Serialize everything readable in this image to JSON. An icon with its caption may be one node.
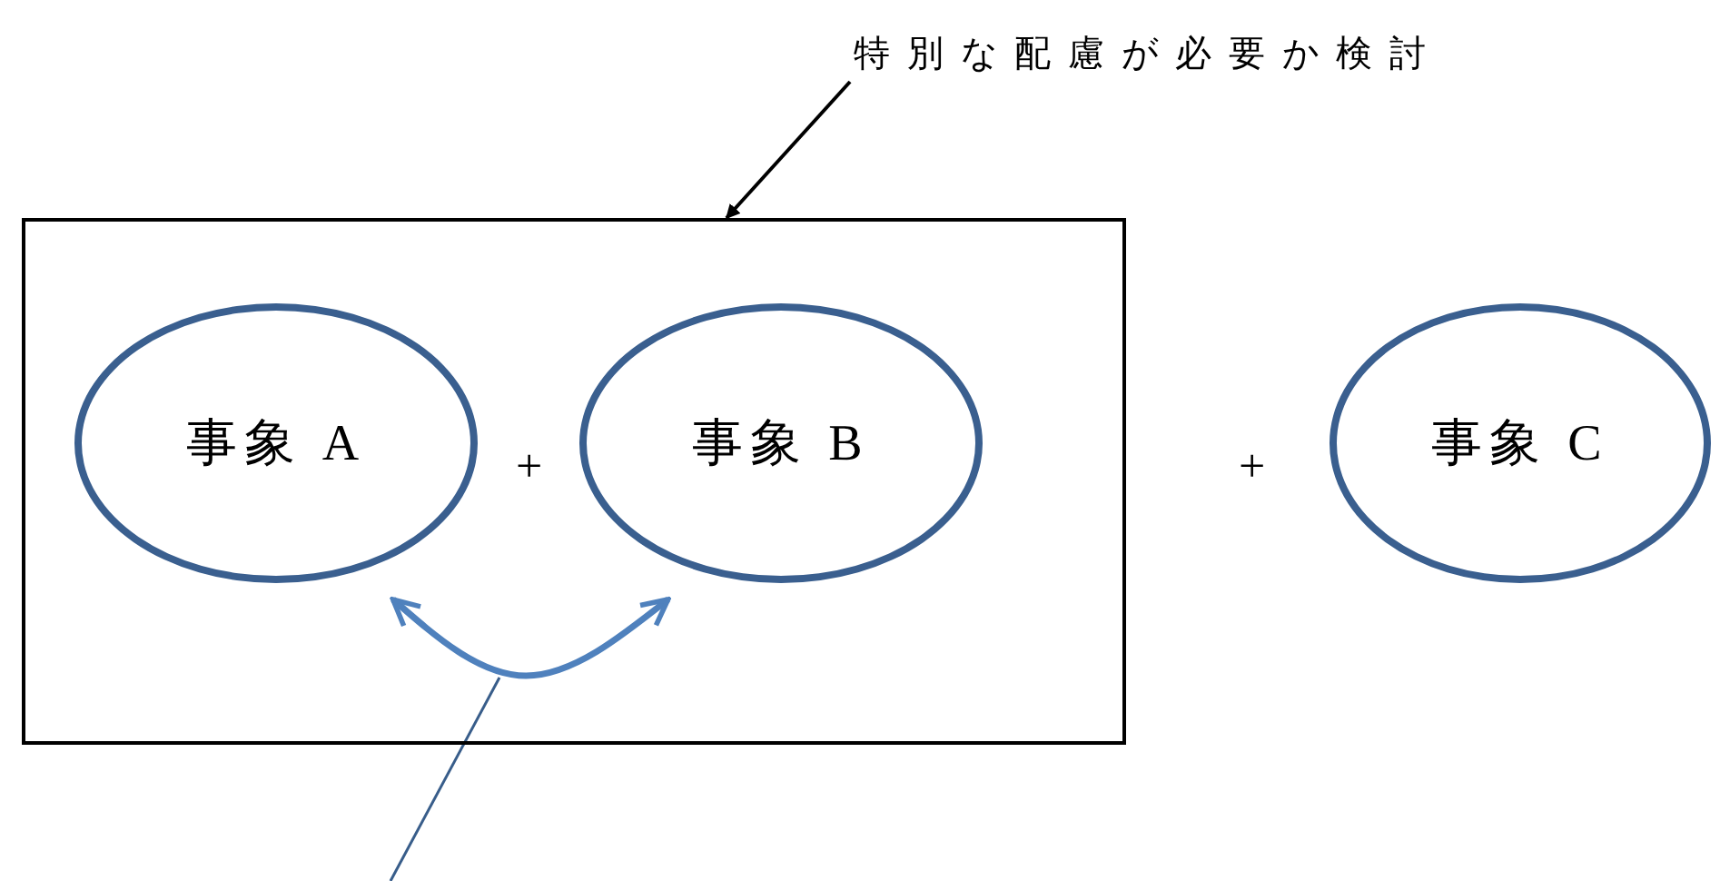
{
  "diagram": {
    "nodes": [
      {
        "text": [],
        "shape": "box"
      },
      {
        "text": [
          "事象 A"
        ],
        "in": 0
      },
      {
        "text": [
          "事象 B"
        ],
        "in": 0
      },
      {
        "text": [
          "事象 C"
        ]
      },
      {
        "text": [
          "特別な配慮が必要か検討"
        ]
      }
    ],
    "edges": [
      {
        "from": 4,
        "to": 0,
        "arrow": "to",
        "color": "#000000"
      },
      {
        "from": 1,
        "to": 2,
        "arrow": "both",
        "color": "#4f81bd"
      }
    ],
    "labels": [
      "+",
      "+"
    ]
  }
}
